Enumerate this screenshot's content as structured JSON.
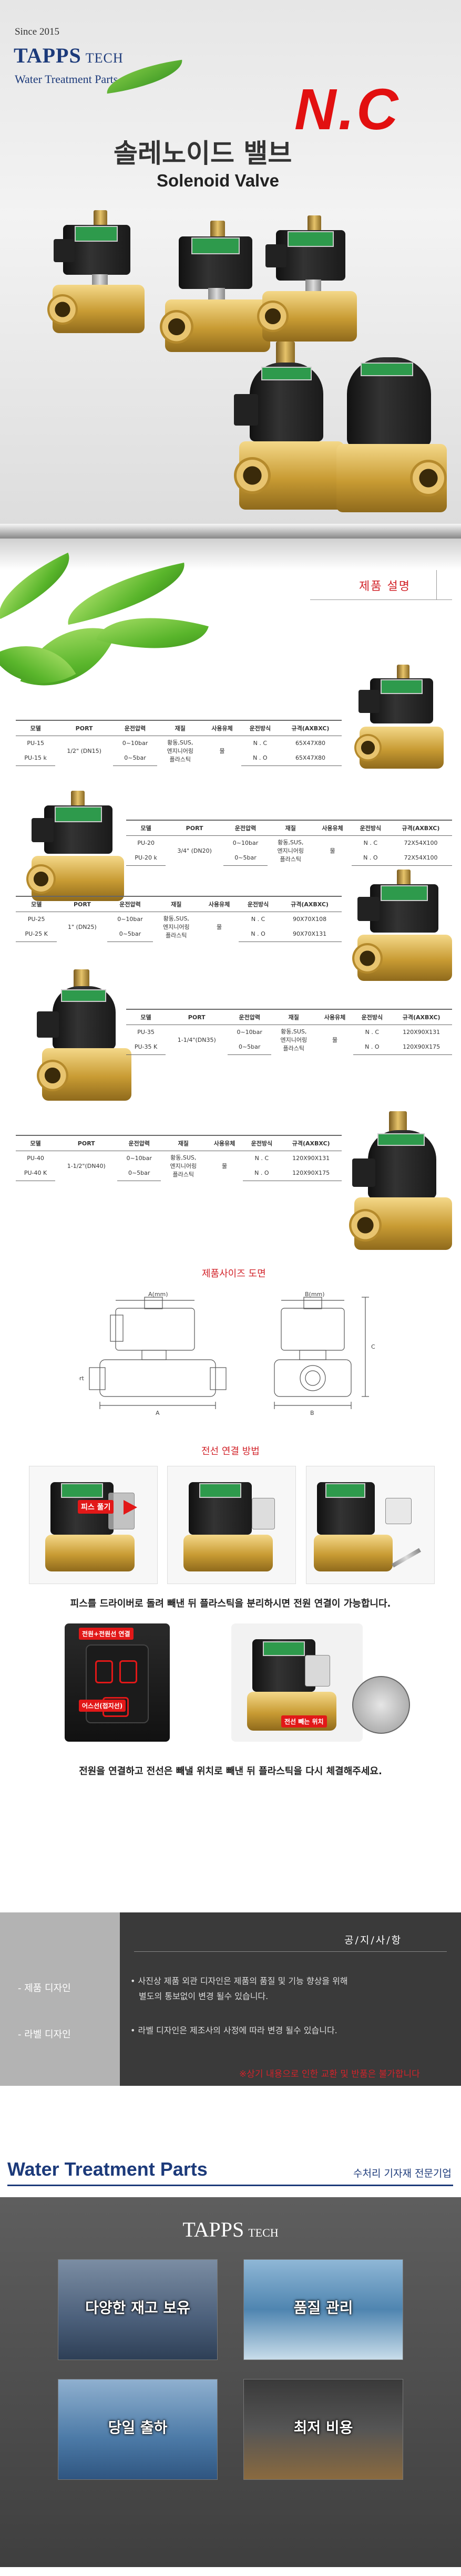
{
  "hero": {
    "since": "Since 2015",
    "brand_main": "TAPPS",
    "brand_tech": "TECH",
    "brand_sub": "Water Treatment Parts",
    "nc": "N.C",
    "title_ko": "솔레노이드 밸브",
    "title_en": "Solenoid Valve"
  },
  "spec": {
    "title": "제품 설명",
    "tables": [
      {
        "headers": [
          "모델",
          "PORT",
          "운전압력",
          "재질",
          "사용유체",
          "운전방식",
          "규격(AXBXC)"
        ],
        "rows": [
          [
            "PU-15",
            "1/2\" (DN15)",
            "0~10bar",
            "황동,SUS,\n엔지니어링\n플라스틱",
            "물",
            "N . C",
            "65X47X80"
          ],
          [
            "PU-15 k",
            "",
            "0~5bar",
            "",
            "",
            "N . O",
            "65X47X80"
          ]
        ]
      },
      {
        "headers": [
          "모델",
          "PORT",
          "운전압력",
          "재질",
          "사용유체",
          "운전방식",
          "규격(AXBXC)"
        ],
        "rows": [
          [
            "PU-20",
            "3/4\" (DN20)",
            "0~10bar",
            "황동,SUS,\n엔지니어링\n플라스틱",
            "물",
            "N . C",
            "72X54X100"
          ],
          [
            "PU-20 k",
            "",
            "0~5bar",
            "",
            "",
            "N . O",
            "72X54X100"
          ]
        ]
      },
      {
        "headers": [
          "모델",
          "PORT",
          "운전압력",
          "재질",
          "사용유체",
          "운전방식",
          "규격(AXBXC)"
        ],
        "rows": [
          [
            "PU-25",
            "1\" (DN25)",
            "0~10bar",
            "황동,SUS,\n엔지니어링\n플라스틱",
            "물",
            "N . C",
            "90X70X108"
          ],
          [
            "PU-25 K",
            "",
            "0~5bar",
            "",
            "",
            "N . O",
            "90X70X131"
          ]
        ]
      },
      {
        "headers": [
          "모델",
          "PORT",
          "운전압력",
          "재질",
          "사용유체",
          "운전방식",
          "규격(AXBXC)"
        ],
        "rows": [
          [
            "PU-35",
            "1-1/4\"(DN35)",
            "0~10bar",
            "황동,SUS,\n엔지니어링\n플라스틱",
            "물",
            "N . C",
            "120X90X131"
          ],
          [
            "PU-35 K",
            "",
            "0~5bar",
            "",
            "",
            "N . O",
            "120X90X175"
          ]
        ]
      },
      {
        "headers": [
          "모델",
          "PORT",
          "운전압력",
          "재질",
          "사용유체",
          "운전방식",
          "규격(AXBXC)"
        ],
        "rows": [
          [
            "PU-40",
            "1-1/2\"(DN40)",
            "0~10bar",
            "황동,SUS,\n엔지니어링\n플라스틱",
            "물",
            "N . C",
            "120X90X131"
          ],
          [
            "PU-40 K",
            "",
            "0~5bar",
            "",
            "",
            "N . O",
            "120X90X175"
          ]
        ]
      }
    ],
    "size_title": "제품사이즈 도면",
    "dim_a": "A",
    "dim_b": "B",
    "dim_c": "C",
    "dim_top_left": "A(mm)",
    "dim_top_right": "B(mm)",
    "dim_port": "Port",
    "conn_title": "전선 연결 방법",
    "tag_screw": "피스 풀기",
    "sentence1": "피스를 드라이버로 돌려 빼낸 뒤 플라스틱을 분리하시면 전원 연결이 가능합니다.",
    "tag_wire_conn": "전원+전원선 연결",
    "tag_wire_earth": "어스선(접지선)",
    "tag_wire_pos": "전선 빼는 위치",
    "sentence2": "전원을 연결하고 전선은 빼낼 위치로 빼낸 뒤 플라스틱을 다시 체결해주세요."
  },
  "notice": {
    "title": "공/지/사/항",
    "items": [
      {
        "label": "- 제품 디자인",
        "text1": "• 사진상 제품 외관 디자인은 제품의 품질 및 기능 향상을 위해",
        "text2": "별도의 통보없이 변경 될수 있습니다."
      },
      {
        "label": "- 라벨 디자인",
        "text1": "• 라벨 디자인은 제조사의 사정에 따라 변경 될수 있습니다.",
        "text2": ""
      }
    ],
    "caution": "※상기 내용으로 인한 교환 및 반품은 불가합니다"
  },
  "parts": {
    "heading": "Water Treatment Parts",
    "heading_right": "수처리 기자재 전문기업",
    "brand_main": "TAPPS",
    "brand_tech": "TECH",
    "tiles": [
      "다양한 재고 보유",
      "품질 관리",
      "당일 출하",
      "최저 비용"
    ]
  },
  "colors": {
    "brand": "#1c3a7a",
    "accent": "#e21010",
    "label_green": "#2e9a4c"
  }
}
